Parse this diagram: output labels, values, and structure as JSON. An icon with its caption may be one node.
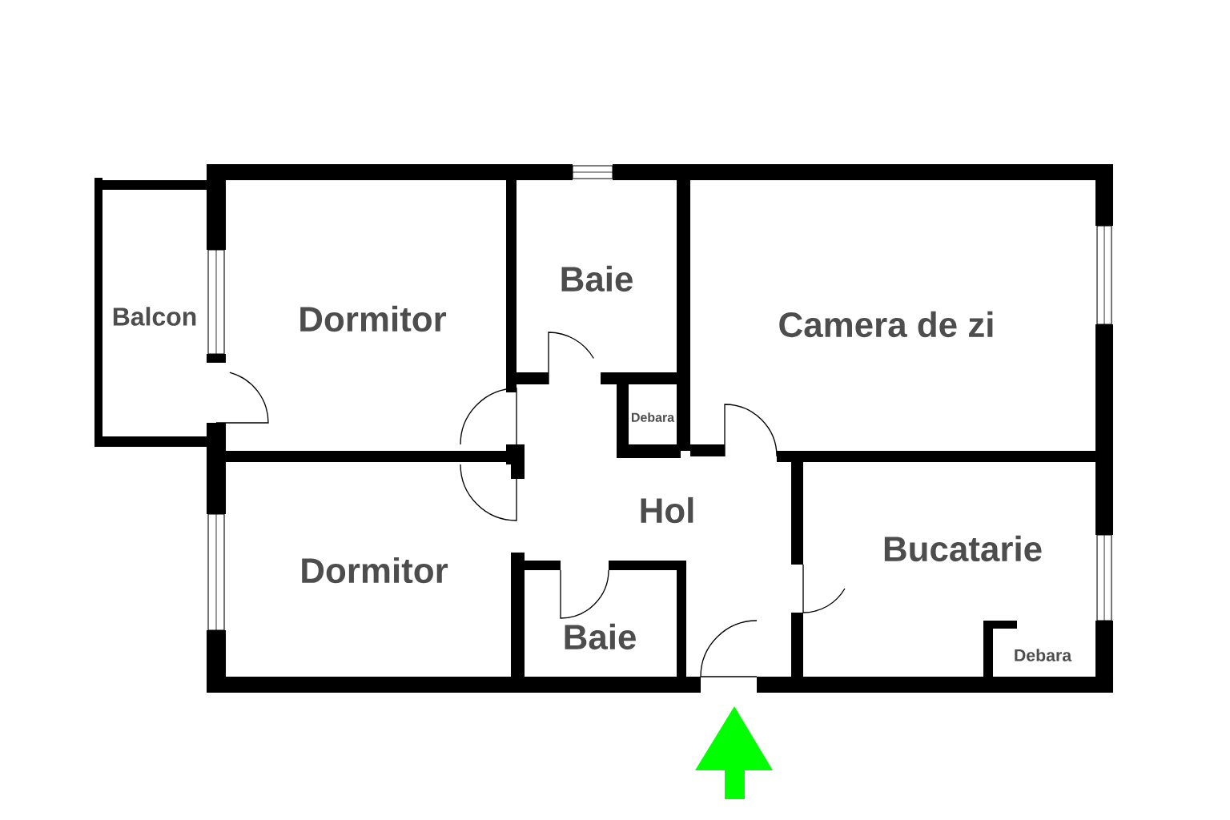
{
  "diagram": {
    "labels": [
      "Baie",
      "Balcon",
      "Dormitor",
      "Camera de zi",
      "Debara",
      "Hol",
      "Bucatarie",
      "Dormitor",
      "Baie",
      "Debara"
    ]
  }
}
